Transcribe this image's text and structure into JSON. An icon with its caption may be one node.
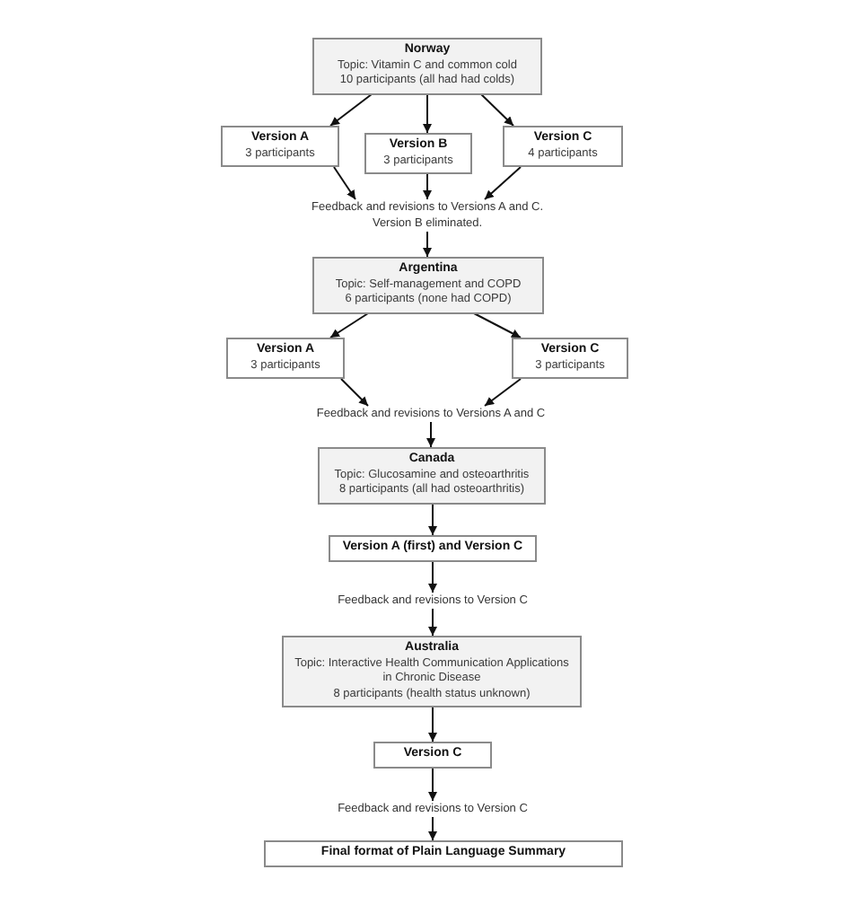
{
  "diagram": {
    "nodes": [
      {
        "text": [
          "Norway",
          "Topic: Vitamin C and common cold",
          "10 participants (all had had colds)"
        ]
      },
      {
        "text": [
          "Version A",
          "3 participants"
        ]
      },
      {
        "text": [
          "Version B",
          "3 participants"
        ]
      },
      {
        "text": [
          "Version C",
          "4 participants"
        ]
      },
      {
        "text": [
          "Feedback and revisions to Versions A and C. Version B eliminated."
        ]
      },
      {
        "text": [
          "Argentina",
          "Topic: Self-management and COPD",
          "6 participants (none had COPD)"
        ]
      },
      {
        "text": [
          "Version A",
          "3 participants"
        ]
      },
      {
        "text": [
          "Version C",
          "3 participants"
        ]
      },
      {
        "text": [
          "Feedback and revisions to Versions A and C"
        ]
      },
      {
        "text": [
          "Canada",
          "Topic: Glucosamine and osteoarthritis",
          "8 participants (all had osteoarthritis)"
        ]
      },
      {
        "text": [
          "Version A (first) and Version C"
        ]
      },
      {
        "text": [
          "Feedback and revisions to Version C"
        ]
      },
      {
        "text": [
          "Australia",
          "Topic: Interactive Health Communication Applications in Chronic Disease",
          "8 participants (health status unknown)"
        ]
      },
      {
        "text": [
          "Version C"
        ]
      },
      {
        "text": [
          "Feedback and revisions to Version C"
        ]
      },
      {
        "text": [
          "Final format of Plain Language Summary"
        ]
      }
    ],
    "edges": [
      {
        "from": 0,
        "to": 1,
        "arrow": "to"
      },
      {
        "from": 0,
        "to": 2,
        "arrow": "to"
      },
      {
        "from": 0,
        "to": 3,
        "arrow": "to"
      },
      {
        "from": 1,
        "to": 4,
        "arrow": "to"
      },
      {
        "from": 2,
        "to": 4,
        "arrow": "to"
      },
      {
        "from": 3,
        "to": 4,
        "arrow": "to"
      },
      {
        "from": 4,
        "to": 5,
        "arrow": "to"
      },
      {
        "from": 5,
        "to": 6,
        "arrow": "to"
      },
      {
        "from": 5,
        "to": 7,
        "arrow": "to"
      },
      {
        "from": 6,
        "to": 8,
        "arrow": "to"
      },
      {
        "from": 7,
        "to": 8,
        "arrow": "to"
      },
      {
        "from": 8,
        "to": 9,
        "arrow": "to"
      },
      {
        "from": 9,
        "to": 10,
        "arrow": "to"
      },
      {
        "from": 10,
        "to": 11,
        "arrow": "to"
      },
      {
        "from": 11,
        "to": 12,
        "arrow": "to"
      },
      {
        "from": 12,
        "to": 13,
        "arrow": "to"
      },
      {
        "from": 13,
        "to": 14,
        "arrow": "to"
      },
      {
        "from": 14,
        "to": 15,
        "arrow": "to"
      }
    ]
  }
}
